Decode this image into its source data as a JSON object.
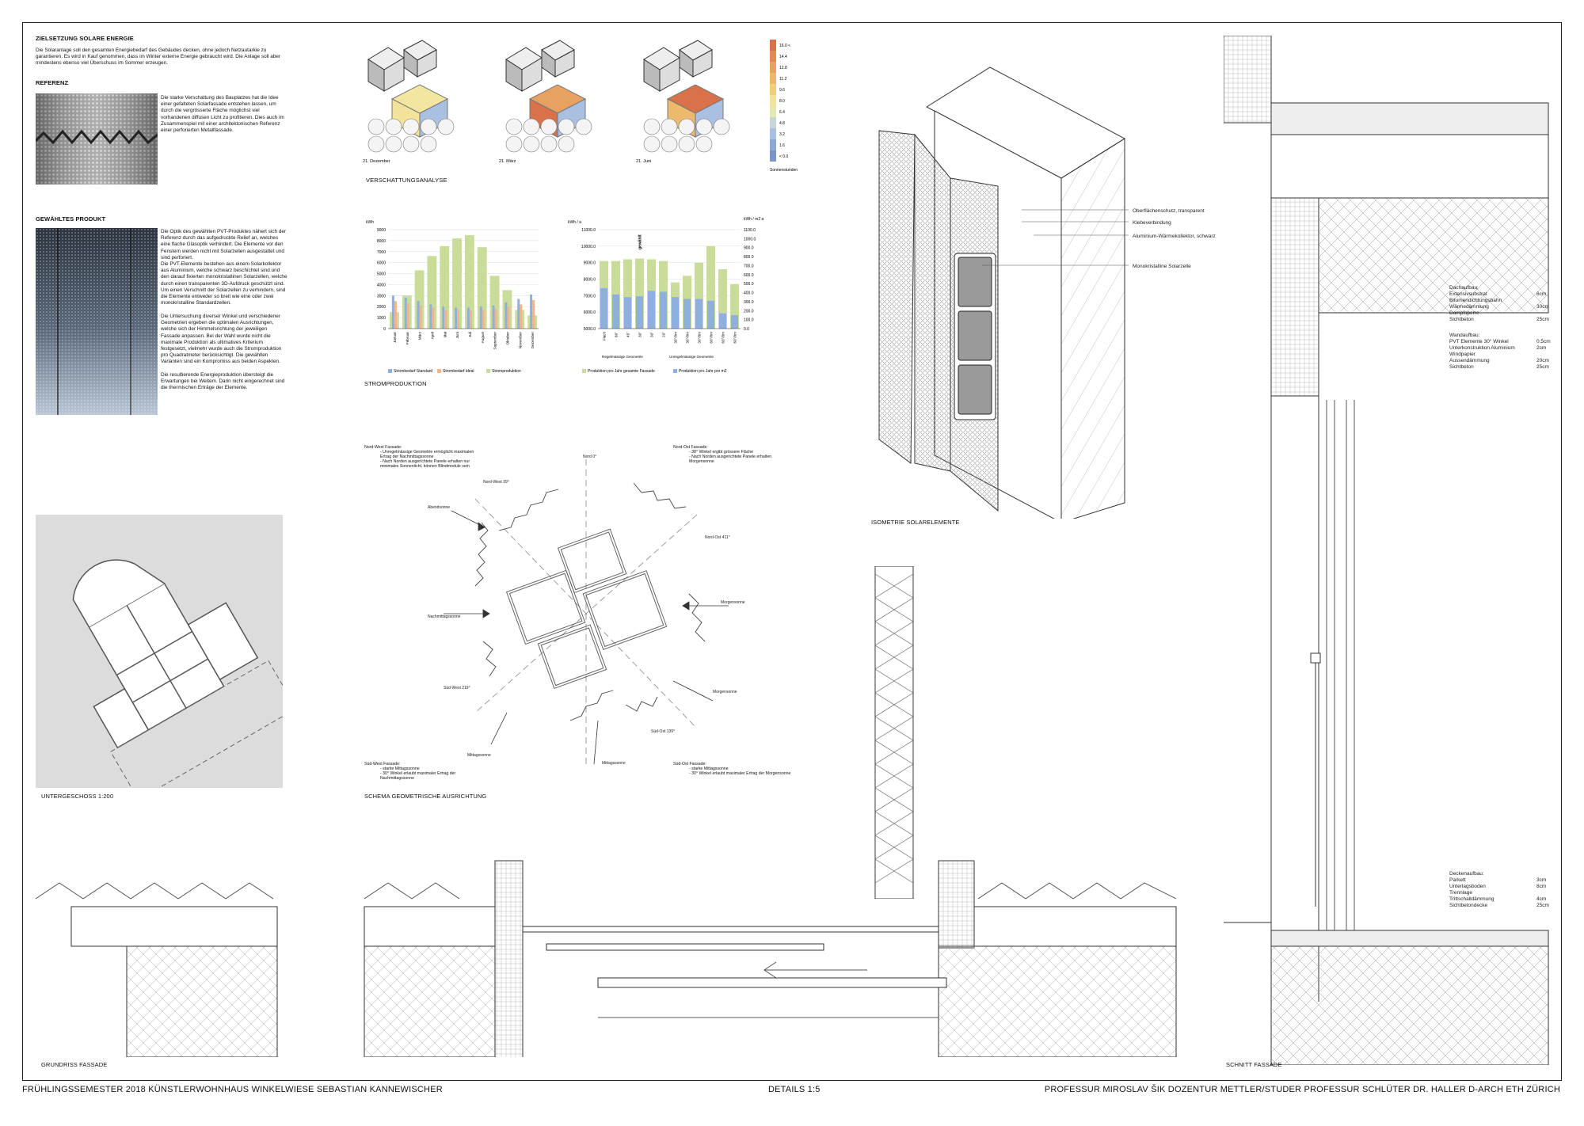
{
  "intro": {
    "title": "ZIELSETZUNG SOLARE ENERGIE",
    "text": "Die Solaranlage soll den gesamten Energiebedarf des Gebäudes decken, ohne jedoch Netzautarkie zu garantieren. Es wird in Kauf genommen, dass im Winter externe Energie gebraucht wird. Die Anlage soll aber mindestens ebenso viel Überschuss im Sommer erzeugen."
  },
  "referenz": {
    "title": "REFERENZ",
    "text": "Die starke Verschattung des Bauplatzes hat die Idee einer gefalteten Solarfassade entstehen lassen, um durch die vergrösserte Fläche möglichst viel vorhandenen diffusen Licht zu profitieren. Dies auch im Zusammenspiel mit einer architektonischen Referenz einer perforierten Metallfassade."
  },
  "produkt": {
    "title": "GEWÄHLTES PRODUKT",
    "p1": "Die Optik des gewählten PVT-Produktes nähert sich der Referenz durch das aufgedruckte Relief an, welches eine flache Glasoptik verhindert. Die Elemente vor den Fenstern werden nicht mit Solarzellen ausgestattet und sind perforiert.",
    "p2": "Die PVT-Elemente bestehen aus einem Solarkollektor aus Aluminium, welche schwarz beschichtet sind und den darauf fixierten monokristallinen Solarzellen, welche durch einen transparenten 3D-Aufdruck geschützt sind. Um einen Verschnitt der Solarzellen zu verhindern, sind die Elemente entweder so breit wie eine oder zwei monokristalline Standardzellen.",
    "p3": "Die Untersuchung diverser Winkel und verschiedener Geometrien ergeben die optimalen Ausrichtungen, welche sich der Himmelsrichtung der jeweiligen Fassade anpassen. Bei der Wahl wurde nicht die maximale Produktion als ultimatives Kriterium festgesetzt, vielmehr wurde auch die Stromproduktion pro Quadratmeter berücksichtigt. Die gewählten Varianten sind ein Kompromiss aus beiden Aspekten.",
    "p4": "Die resultierende Energieproduktion übersteigt die Erwartungen bei Weitem. Darin nicht eingerechnet sind die thermischen Erträge der Elemente."
  },
  "verschattung": {
    "title": "VERSCHATTUNGSANALYSE",
    "dates": [
      "21. Dezember",
      "21. März",
      "21. Juni"
    ],
    "legend_label": "Sonnenstunden",
    "legend_values": [
      "16.0 <",
      "14.4",
      "12.8",
      "11.2",
      "9.6",
      "8.0",
      "6.4",
      "4.8",
      "3.2",
      "1.6",
      "< 0.0"
    ],
    "legend_colors": [
      "#d9714a",
      "#e08b55",
      "#e7a261",
      "#edb96c",
      "#f1cf79",
      "#f3e39a",
      "#e6e8b2",
      "#c7d7d6",
      "#a9c0e0",
      "#8ea9d6",
      "#7d96cc"
    ]
  },
  "strom": {
    "title": "STROMPRODUKTION",
    "left_unit": "kWh",
    "left_ticks": [
      "0",
      "1000",
      "2000",
      "3000",
      "4000",
      "5000",
      "6000",
      "7000",
      "8000",
      "9000"
    ],
    "left_legend": [
      "Strombedarf Standard",
      "Strombedarf ideal",
      "Stromproduktion"
    ],
    "right_unit_left": "kWh / a",
    "right_unit_right": "kWh / m2 a",
    "right_ticks_left": [
      "5000.0",
      "6000.0",
      "7000.0",
      "8000.0",
      "9000.0",
      "10000.0",
      "11000.0"
    ],
    "right_ticks_right": [
      "0.0",
      "100.0",
      "200.0",
      "300.0",
      "400.0",
      "500.0",
      "600.0",
      "700.0",
      "800.0",
      "900.0",
      "1000.0",
      "1100.0"
    ],
    "right_group_labels": [
      "Regelmässige Geometrie",
      "Unregelmässige Geometrie"
    ],
    "right_legend": [
      "Produktion pro Jahr gesamte Fassade",
      "Produktion pro Jahr pro m2"
    ],
    "right_marker": "gewählt"
  },
  "chart_data": [
    {
      "type": "bar",
      "categories": [
        "Januar",
        "Februar",
        "März",
        "April",
        "Mai",
        "Juni",
        "Juli",
        "August",
        "September",
        "Oktober",
        "November",
        "Dezember"
      ],
      "series": [
        {
          "name": "Strombedarf Standard",
          "values": [
            3000,
            2800,
            2500,
            2200,
            2000,
            1900,
            1900,
            2000,
            2100,
            2400,
            2700,
            3100
          ]
        },
        {
          "name": "Strombedarf ideal",
          "values": [
            2500,
            2300,
            2100,
            1900,
            1700,
            1700,
            1700,
            1700,
            1800,
            2000,
            2200,
            2600
          ]
        },
        {
          "name": "Stromproduktion",
          "values": [
            1500,
            3000,
            5300,
            6600,
            7500,
            8200,
            8500,
            7400,
            4800,
            3500,
            1700,
            1200
          ]
        }
      ],
      "ylim": [
        0,
        9000
      ],
      "ylabel": "kWh"
    },
    {
      "type": "bar",
      "categories": [
        "Flach",
        "60°",
        "45°",
        "30°",
        "30°",
        "20°",
        "30°/0m",
        "30°/0m",
        "30°/0m",
        "60°/0m",
        "60°/0m",
        "60°/0m"
      ],
      "series": [
        {
          "name": "Produktion pro Jahr gesamte Fassade",
          "values": [
            9100,
            9100,
            9200,
            9250,
            9200,
            9100,
            7800,
            8200,
            9000,
            10000,
            8600,
            7700
          ]
        },
        {
          "name": "Produktion pro Jahr pro m2",
          "values": [
            450,
            380,
            350,
            360,
            420,
            410,
            350,
            330,
            330,
            310,
            170,
            150
          ]
        }
      ],
      "ylim": [
        5000,
        11000
      ],
      "ylabel": "kWh / a"
    }
  ],
  "schema": {
    "title": "SCHEMA GEOMETRISCHE AUSRICHTUNG",
    "nw": {
      "title": "Nord-West Fassade:",
      "items": [
        "- Unregelmässige Geometrie ermöglicht maximalen Ertrag der Nachmittagssonne",
        "- Nach Norden ausgerichtete Panele erhalten nur minimales Sonnenlicht, können Blindmodule sein"
      ]
    },
    "no": {
      "title": "Nord-Ost Fassade:",
      "items": [
        "- 38° Winkel ergibt grössere Fläche",
        "- Nach Norden ausgerichtete Panele erhalten Morgensonne"
      ]
    },
    "sw": {
      "title": "Süd-West Fassade:",
      "items": [
        "- starke Mittagssonne",
        "- 30° Winkel erlaubt maximaler Ertrag der Nachmittagssonne"
      ]
    },
    "so": {
      "title": "Süd-Ost Fassade:",
      "items": [
        "- starke Mittagssonne",
        "- 30° Winkel erlaubt maximaler Ertrag der Morgensonne"
      ]
    },
    "compass": [
      "Nord 0°",
      "Nord-West 39°",
      "Nord-Ost 411°",
      "Süd-West 219°",
      "Süd-Ost 139°"
    ],
    "sun_labels": [
      "Abendsonne",
      "Nachmittagssonne",
      "Morgensonne",
      "Morgensonne",
      "Mittagssonne",
      "Mittagssonne"
    ]
  },
  "isometrie": {
    "title": "ISOMETRIE SOLARELEMENTE",
    "labels": [
      "Oberflächenschutz, transparent",
      "Klebeverbindung",
      "Aluminium-Wärmekollektor, schwarz",
      "Monokristalline Solarzelle"
    ]
  },
  "plan": {
    "title": "UNTERGESCHOSS 1:200"
  },
  "grundriss": {
    "title": "GRUNDRISS FASSADE"
  },
  "schnitt": {
    "title": "SCHNITT FASSADE",
    "dach_title": "Dachaufbau:",
    "dach": [
      [
        "Extensivsubstrat",
        "8cm"
      ],
      [
        "Bitumendichtungsbahn",
        ""
      ],
      [
        "Wärmedämmung",
        "30cm"
      ],
      [
        "Dampfsperre",
        ""
      ],
      [
        "Sichtbeton",
        "25cm"
      ]
    ],
    "wand_title": "Wandaufbau:",
    "wand": [
      [
        "PVT Elemente 30° Winkel",
        "0.5cm"
      ],
      [
        "Unterkonstruktion Aluminium",
        "2cm"
      ],
      [
        "Windpapier",
        ""
      ],
      [
        "Aussendämmung",
        "20cm"
      ],
      [
        "Sichtbeton",
        "25cm"
      ]
    ],
    "decke_title": "Deckenaufbau:",
    "decke": [
      [
        "Parkett",
        "3cm"
      ],
      [
        "Unterlagsboden",
        "8cm"
      ],
      [
        "Trennlage",
        ""
      ],
      [
        "Trittschalldämmung",
        "4cm"
      ],
      [
        "Sichtbetondecke",
        "25cm"
      ]
    ]
  },
  "footer": {
    "left": "FRÜHLINGSSEMESTER 2018   KÜNSTLERWOHNHAUS WINKELWIESE   SEBASTIAN KANNEWISCHER",
    "center": "DETAILS 1:5",
    "right": "PROFESSUR MIROSLAV ŠIK   DOZENTUR METTLER/STUDER   PROFESSUR SCHLÜTER DR. HALLER   D-ARCH   ETH ZÜRICH"
  },
  "colors": {
    "bar_blue": "#8fb0de",
    "bar_green": "#c9dc9a",
    "bar_orange": "#f2b58a"
  }
}
